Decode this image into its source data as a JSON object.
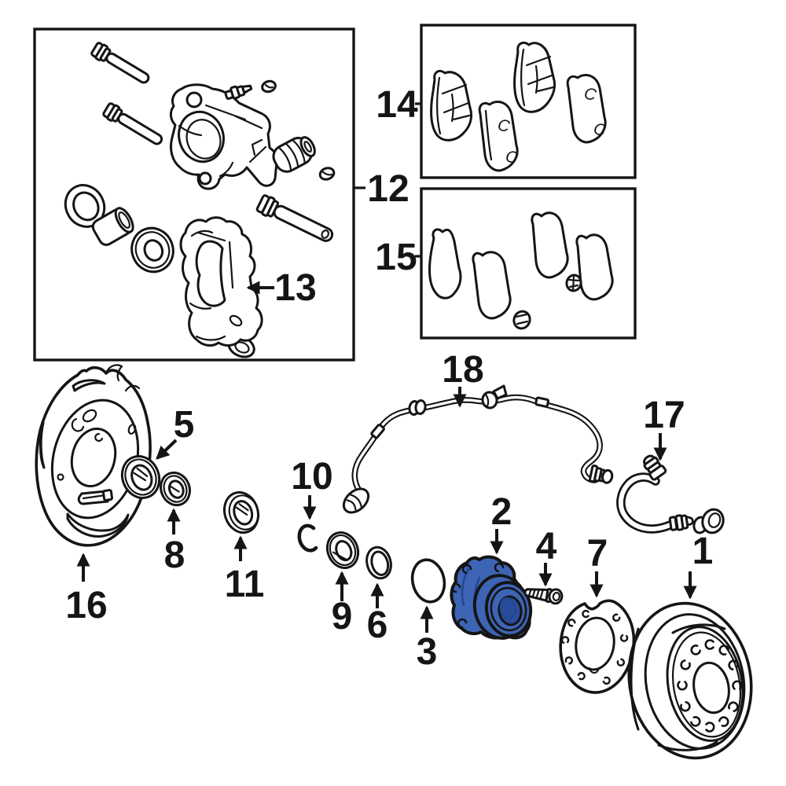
{
  "diagram": {
    "kind": "exploded-parts-diagram",
    "subject": "rear-disc-brake-components",
    "background": "#ffffff",
    "line_color": "#151515",
    "highlight": {
      "fill": "#3d64b5",
      "shade": "#24478f",
      "bore": "#2a4c9c"
    }
  },
  "pads": {
    "mark": "C"
  },
  "callouts": {
    "n1": {
      "number": "1",
      "part": "brake-rotor"
    },
    "n2": {
      "number": "2",
      "part": "wheel-hub-bearing-assembly-highlighted"
    },
    "n3": {
      "number": "3",
      "part": "o-ring"
    },
    "n4": {
      "number": "4",
      "part": "hub-stud-bolt"
    },
    "n5": {
      "number": "5",
      "part": "grease-seal-in-plate"
    },
    "n6": {
      "number": "6",
      "part": "retainer-ring"
    },
    "n7": {
      "number": "7",
      "part": "hub-gasket-plate"
    },
    "n8": {
      "number": "8",
      "part": "bearing"
    },
    "n9": {
      "number": "9",
      "part": "bearing"
    },
    "n10": {
      "number": "10",
      "part": "snap-ring"
    },
    "n11": {
      "number": "11",
      "part": "seal"
    },
    "n12": {
      "number": "12",
      "part": "caliper-assembly-box"
    },
    "n13": {
      "number": "13",
      "part": "caliper-mounting-bracket"
    },
    "n14": {
      "number": "14",
      "part": "brake-pad-kit-box"
    },
    "n15": {
      "number": "15",
      "part": "brake-pad-shim-kit-box"
    },
    "n16": {
      "number": "16",
      "part": "brake-backing-plate"
    },
    "n17": {
      "number": "17",
      "part": "brake-hydraulic-hose"
    },
    "n18": {
      "number": "18",
      "part": "abs-speed-sensor-wire"
    }
  }
}
